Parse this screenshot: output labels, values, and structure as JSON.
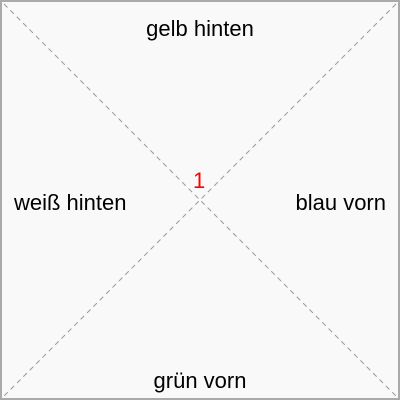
{
  "face_labels": {
    "top": "gelb hinten",
    "bottom": "grün vorn",
    "left": "weiß hinten",
    "right": "blau vorn"
  },
  "center_number": "1",
  "colors": {
    "background": "#f9f9f9",
    "border": "#aaaaaa",
    "diagonal": "#999999",
    "center_number": "#ff0000",
    "text": "#000000"
  }
}
